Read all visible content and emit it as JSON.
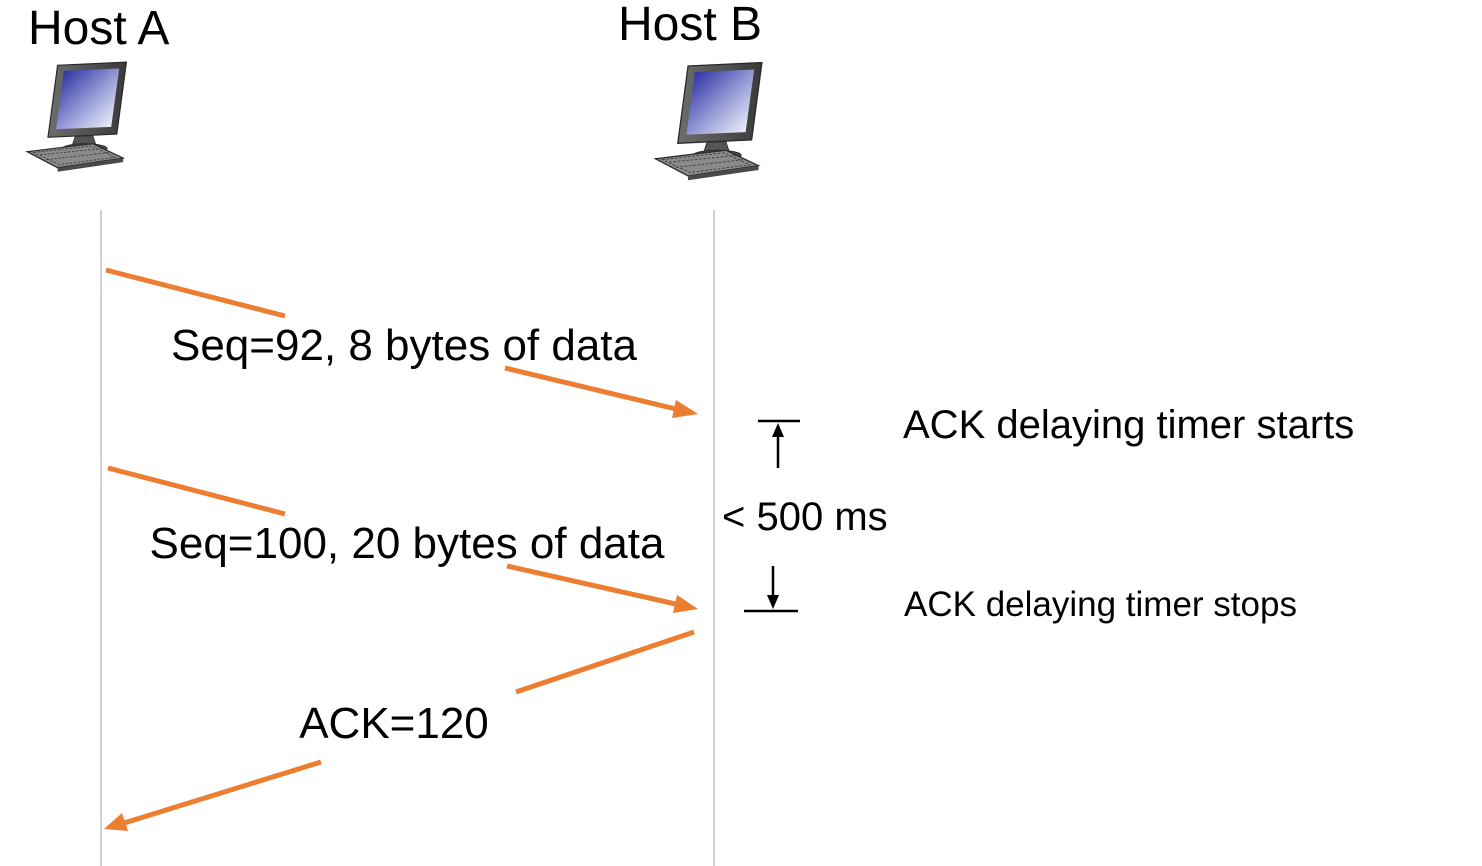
{
  "hosts": {
    "a": {
      "label": "Host A"
    },
    "b": {
      "label": "Host B"
    }
  },
  "messages": [
    {
      "label": "Seq=92, 8 bytes of data",
      "direction": "A to B"
    },
    {
      "label": "Seq=100, 20 bytes of data",
      "direction": "A to B"
    },
    {
      "label": "ACK=120",
      "direction": "B to A"
    }
  ],
  "timer": {
    "start_label": "ACK delaying timer starts",
    "interval_label": "< 500 ms",
    "stop_label": "ACK delaying timer stops"
  },
  "colors": {
    "arrow": "#ed7d31",
    "timeline": "#d0d0d0",
    "text": "#000000"
  },
  "icons": {
    "host_a": "desktop-computer-icon",
    "host_b": "desktop-computer-icon"
  }
}
